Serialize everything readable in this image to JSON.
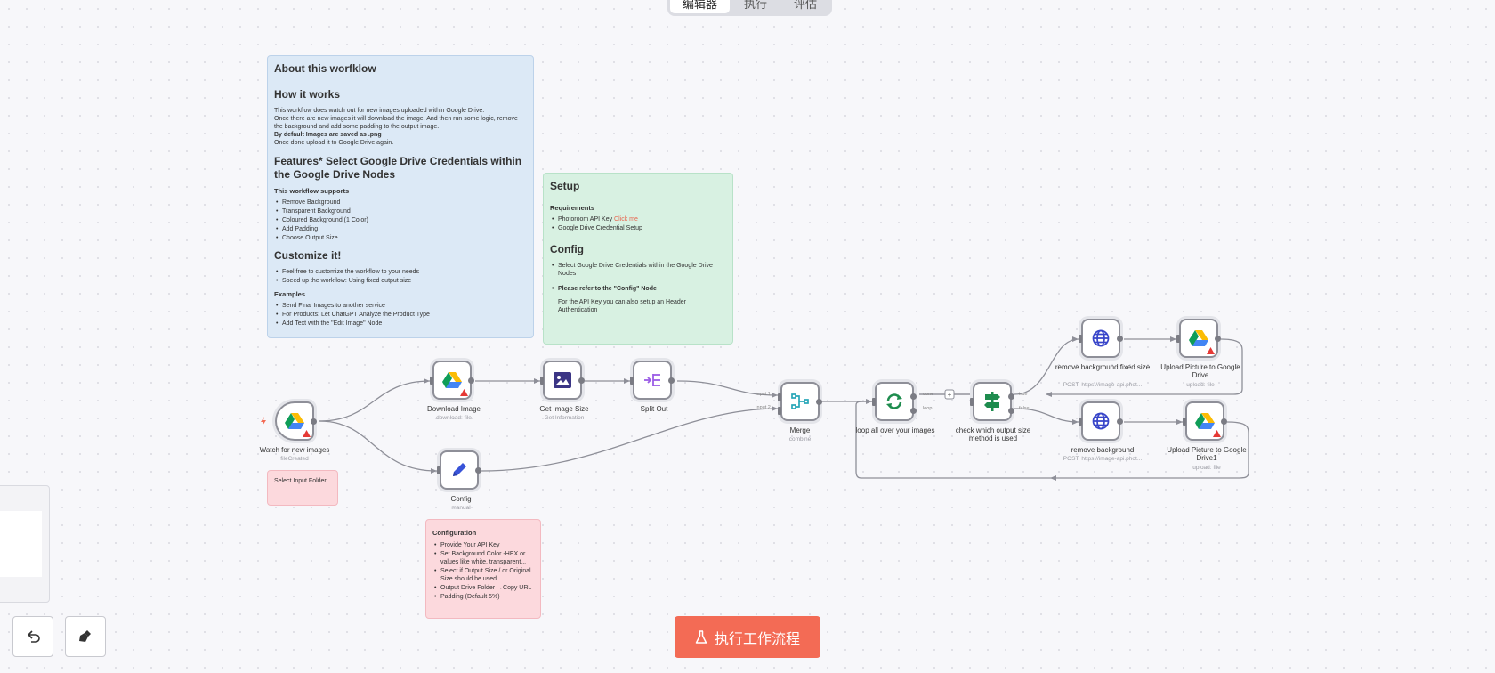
{
  "mode_tabs": [
    "编辑器",
    "执行",
    "评估"
  ],
  "sticky_about": {
    "title": "About this worfklow",
    "how_title": "How it works",
    "how_p1": "This workflow does watch out for new images uploaded within Google Drive.",
    "how_p2": "Once there are new images it will download the image. And then run some logic, remove the background and add some padding to the output image.",
    "how_bold": "By default Images are saved as .png",
    "how_p3": "Once done upload it to Google Drive again.",
    "features_title": "Features* Select Google Drive Credentials within the Google Drive Nodes",
    "supports_title": "This workflow supports",
    "supports": [
      "Remove Background",
      "Transparent Background",
      "Coloured Background (1 Color)",
      "Add Padding",
      "Choose Output Size"
    ],
    "customize_title": "Customize it!",
    "customize": [
      "Feel free to customize the workflow to your needs",
      "Speed up the workflow: Using fixed output size"
    ],
    "examples_title": "Examples",
    "examples": [
      "Send Final Images to another service",
      "For Products: Let ChatGPT Analyze the Product Type",
      "Add Text with the \"Edit Image\" Node"
    ]
  },
  "sticky_setup": {
    "title": "Setup",
    "req_title": "Requirements",
    "req_1": "Photoroom API Key ",
    "req_1_link": "Click me",
    "req_2": "Google Drive Credential Setup",
    "config_title": "Config",
    "config_1": "Select Google Drive Credentials within the Google Drive Nodes",
    "config_2": "Please refer to the \"Config\" Node",
    "config_p": "For the API Key you can also setup an Header Authentication"
  },
  "sticky_input": {
    "text": "Select Input Folder"
  },
  "sticky_config": {
    "title": "Configuration",
    "items": [
      "Provide Your API Key",
      "Set Background Color -HEX or values like white, transparent...",
      "Select if Output Size / or Original Size should be used",
      "Output Drive Folder →Copy URL",
      "Padding (Default 5%)"
    ]
  },
  "nodes": {
    "watch": {
      "label": "Watch for new images",
      "sub": "fileCreated"
    },
    "download": {
      "label": "Download Image",
      "sub": "download: file"
    },
    "size": {
      "label": "Get Image Size",
      "sub": "Get Information"
    },
    "split": {
      "label": "Split Out",
      "sub": ""
    },
    "config": {
      "label": "Config",
      "sub": "manual"
    },
    "merge": {
      "label": "Merge",
      "sub": "combine",
      "in1": "Input 1",
      "in2": "Input 2"
    },
    "loop": {
      "label": "loop all over your images",
      "sub": "",
      "done": "done",
      "loop": "loop"
    },
    "check": {
      "label": "check which output size method is used",
      "sub": "",
      "true": "true",
      "false": "false"
    },
    "rbg_fixed": {
      "label": "remove background fixed size",
      "sub": "POST: https://image-api.phot..."
    },
    "rbg": {
      "label": "remove background",
      "sub": "POST: https://image-api.phot..."
    },
    "upload1": {
      "label": "Upload Picture to Google Drive",
      "sub": "upload: file"
    },
    "upload2": {
      "label": "Upload Picture to Google Drive1",
      "sub": "upload: file"
    }
  },
  "run_button": {
    "label": "执行工作流程"
  },
  "colors": {
    "accent": "#f36b55",
    "note_blue": "#dce9f6",
    "note_green": "#d8f1e2",
    "note_pink": "#fcd9dd"
  }
}
